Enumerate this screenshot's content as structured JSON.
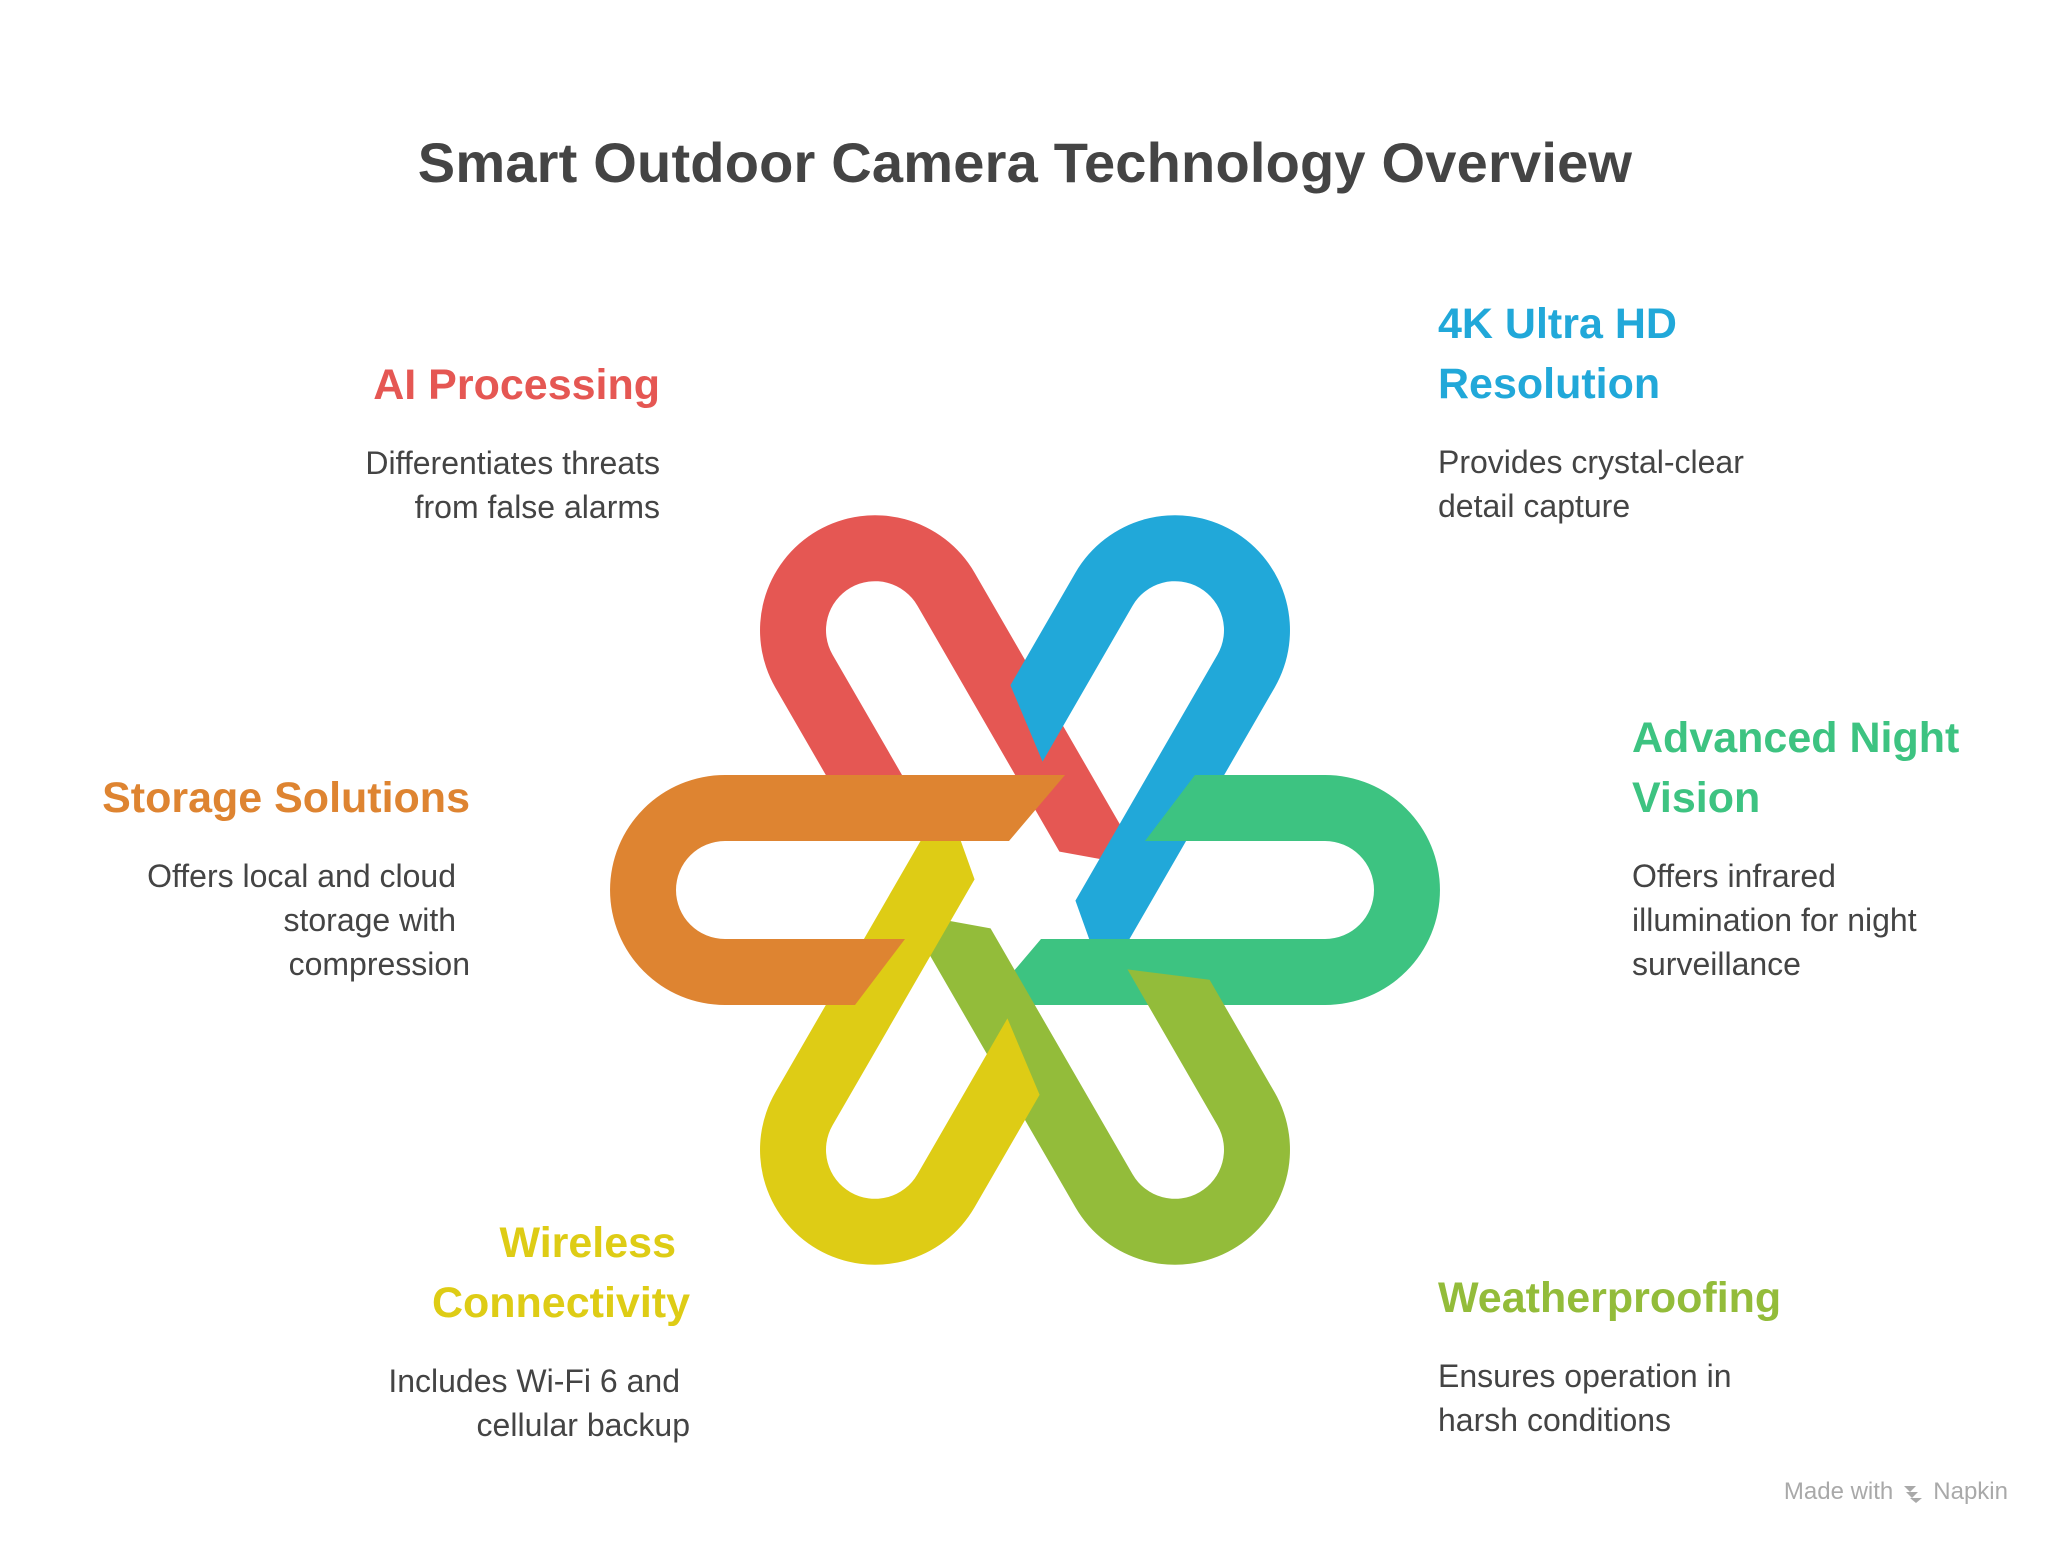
{
  "title": "Smart Outdoor Camera Technology Overview",
  "colors": {
    "ai": "#E55753",
    "resolution": "#21A8D9",
    "night": "#3DC381",
    "weather": "#93BC3A",
    "wireless": "#DECC15",
    "storage": "#DE8431"
  },
  "features": {
    "ai": {
      "title_lines": [
        "AI Processing"
      ],
      "desc_lines": [
        "Differentiates threats",
        "from false alarms"
      ]
    },
    "resolution": {
      "title_lines": [
        "4K Ultra HD",
        "Resolution"
      ],
      "desc_lines": [
        "Provides crystal-clear",
        "detail capture"
      ]
    },
    "storage": {
      "title_lines": [
        "Storage Solutions"
      ],
      "desc_lines": [
        "Offers local and cloud",
        "storage with",
        "compression"
      ]
    },
    "night": {
      "title_lines": [
        "Advanced Night",
        "Vision"
      ],
      "desc_lines": [
        "Offers infrared",
        "illumination for night",
        "surveillance"
      ]
    },
    "wireless": {
      "title_lines": [
        "Wireless",
        "Connectivity"
      ],
      "desc_lines": [
        "Includes Wi-Fi 6 and",
        "cellular backup"
      ]
    },
    "weather": {
      "title_lines": [
        "Weatherproofing"
      ],
      "desc_lines": [
        "Ensures operation in",
        "harsh conditions"
      ]
    }
  },
  "watermark": {
    "made_with": "Made with",
    "brand": "Napkin",
    "icon": "napkin-logo-icon"
  }
}
